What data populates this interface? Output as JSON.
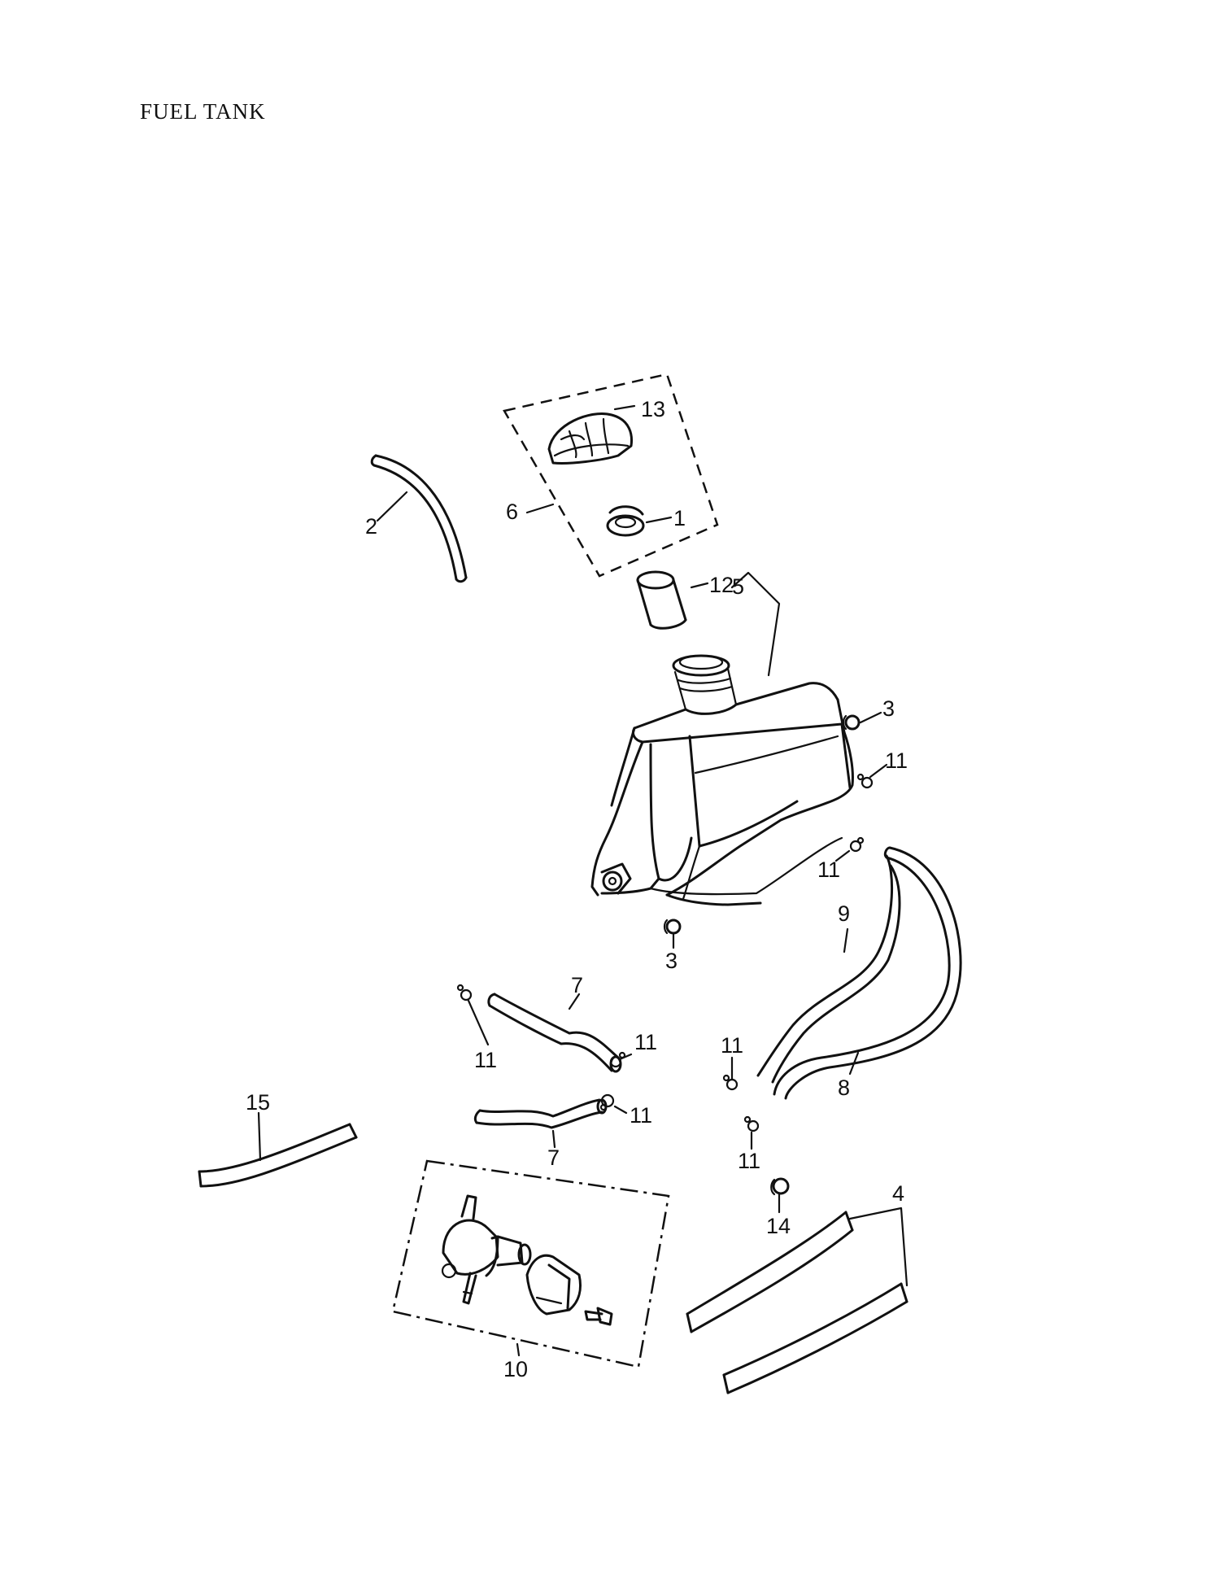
{
  "title": "FUEL TANK",
  "labels": {
    "p1": "1",
    "p2": "2",
    "p3a": "3",
    "p3b": "3",
    "p4": "4",
    "p5": "5",
    "p6": "6",
    "p7a": "7",
    "p7b": "7",
    "p8": "8",
    "p9": "9",
    "p10": "10",
    "p11a": "11",
    "p11b": "11",
    "p11c": "11",
    "p11d": "11",
    "p11e": "11",
    "p11f": "11",
    "p11g": "11",
    "p12": "12",
    "p13": "13",
    "p14": "14",
    "p15": "15"
  }
}
